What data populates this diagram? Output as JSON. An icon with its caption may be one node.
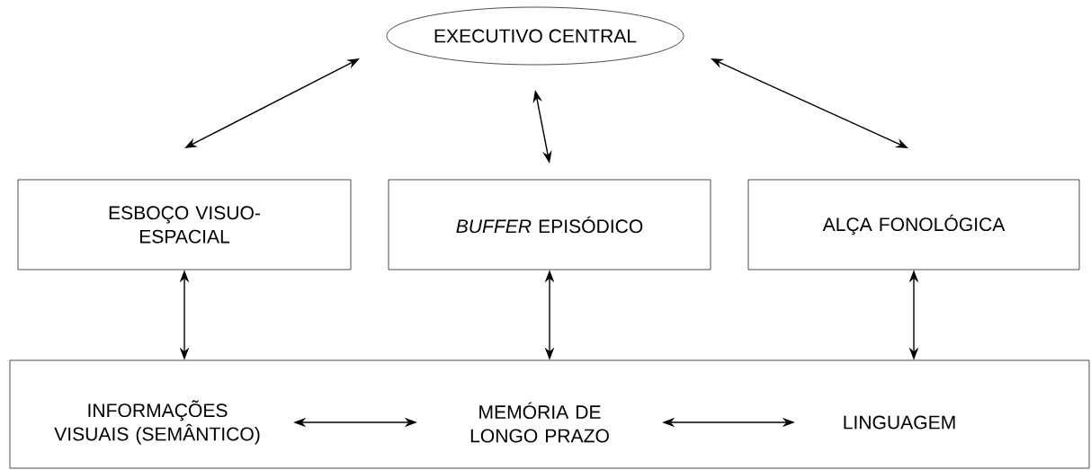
{
  "diagram": {
    "nodes": [
      {
        "text": [
          "EXECUTIVO CENTRAL"
        ]
      },
      {
        "text": [
          "ESBOÇO VISUO-ESPACIAL"
        ]
      },
      {
        "text": [
          "*BUFFER* EPISÓDICO"
        ]
      },
      {
        "text": [
          "ALÇA FONOLÓGICA"
        ]
      },
      {
        "text": [],
        "shape": "box"
      },
      {
        "text": [
          "INFORMAÇÕES VISUAIS (SEMÂNTICO)"
        ],
        "in": 4
      },
      {
        "text": [
          "MEMÓRIA DE LONGO PRAZO"
        ],
        "in": 4
      },
      {
        "text": [
          "LINGUAGEM"
        ],
        "in": 4
      }
    ],
    "edges": [
      {
        "from": 0,
        "to": 1,
        "arrow": "both"
      },
      {
        "from": 0,
        "to": 2,
        "arrow": "both"
      },
      {
        "from": 0,
        "to": 3,
        "arrow": "both"
      },
      {
        "from": 1,
        "to": 4,
        "arrow": "both"
      },
      {
        "from": 2,
        "to": 4,
        "arrow": "both"
      },
      {
        "from": 3,
        "to": 4,
        "arrow": "both"
      },
      {
        "from": 5,
        "to": 6,
        "arrow": "both"
      },
      {
        "from": 6,
        "to": 7,
        "arrow": "both"
      }
    ]
  }
}
